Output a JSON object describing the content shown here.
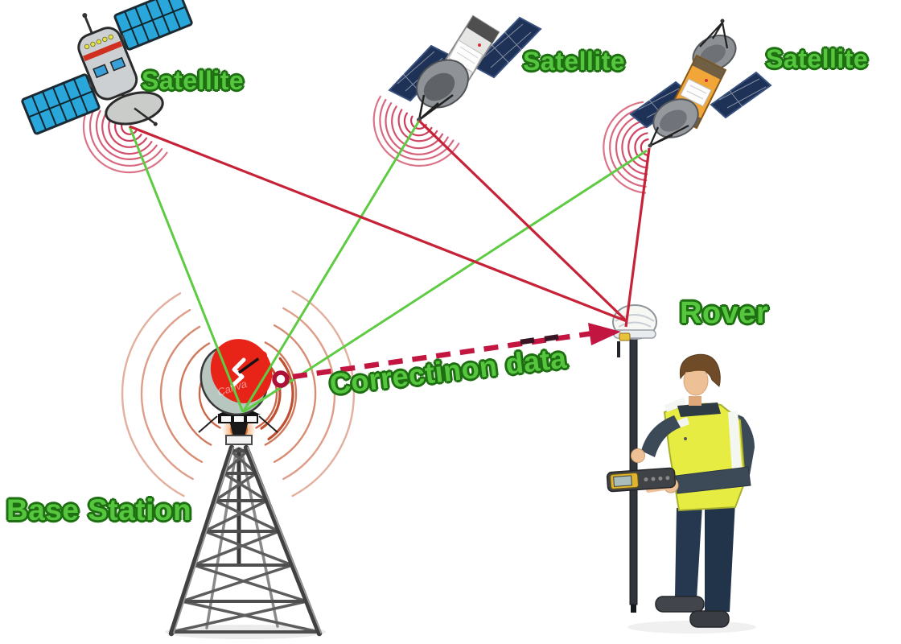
{
  "labels": {
    "satellite1": "Satellite",
    "satellite2": "Satellite",
    "satellite3": "Satellite",
    "rover": "Rover",
    "base_station": "Base Station",
    "correction_data": "Correctinon data"
  },
  "watermark": "Canva",
  "connections": [
    {
      "from": "satellite-1",
      "to": "base-station",
      "style": "solid",
      "color_key": "green_line"
    },
    {
      "from": "satellite-2",
      "to": "base-station",
      "style": "solid",
      "color_key": "green_line"
    },
    {
      "from": "satellite-3",
      "to": "base-station",
      "style": "solid",
      "color_key": "green_line"
    },
    {
      "from": "satellite-1",
      "to": "rover",
      "style": "solid",
      "color_key": "red_line"
    },
    {
      "from": "satellite-2",
      "to": "rover",
      "style": "solid",
      "color_key": "red_line"
    },
    {
      "from": "satellite-3",
      "to": "rover",
      "style": "solid",
      "color_key": "red_line"
    },
    {
      "from": "base-station",
      "to": "rover",
      "style": "dashed-arrow",
      "color_key": "dashed_arrow",
      "label": "Correctinon data"
    }
  ],
  "colors": {
    "label_green": "#55c63e",
    "label_outline": "#1e6f12",
    "green_line": "#5ecb43",
    "red_line": "#c62238",
    "dashed_arrow": "#c2153f",
    "signal_arc": "#c8294a",
    "base_arc": "#c24e28",
    "dish_red": "#e82418",
    "dish_back": "#b7c6bf",
    "vest_yellow": "#e7ec43",
    "panel_blue": "#2aa7da",
    "panel_navy": "#1e3157",
    "satellite_orange": "#f2a637"
  }
}
